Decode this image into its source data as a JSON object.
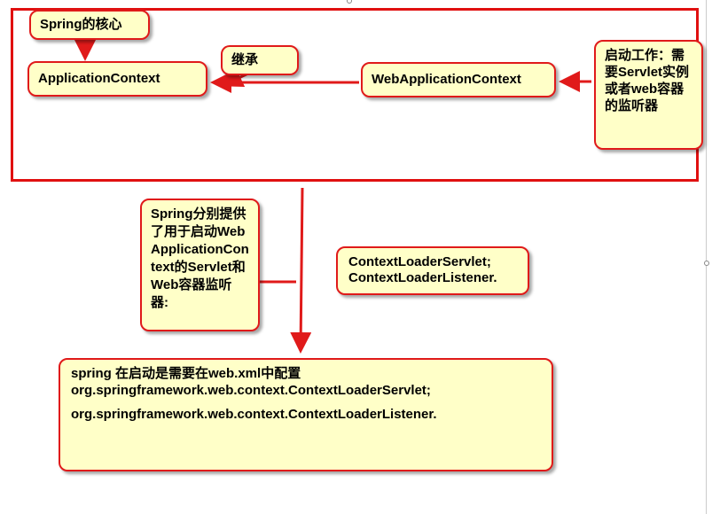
{
  "spring_core_label": "Spring的核心",
  "application_context": "ApplicationContext",
  "inherit_label": "继承",
  "web_application_context": "WebApplicationContext",
  "startup_note": "启动工作：需要Servlet实例或者web容器的监听器",
  "provided_note": "Spring分别提供了用于启动WebApplicationContext的Servlet和Web容器监听器:",
  "loaders_note": {
    "line1": "ContextLoaderServlet;",
    "line2": "ContextLoaderListener."
  },
  "config_note": {
    "line1": "spring 在启动是需要在web.xml中配置",
    "line2": "org.springframework.web.context.ContextLoaderServlet;",
    "line3": "org.springframework.web.context.ContextLoaderListener."
  },
  "colors": {
    "border": "#e01010",
    "note_fill": "#ffffc8",
    "arrow": "#e01a1a"
  }
}
